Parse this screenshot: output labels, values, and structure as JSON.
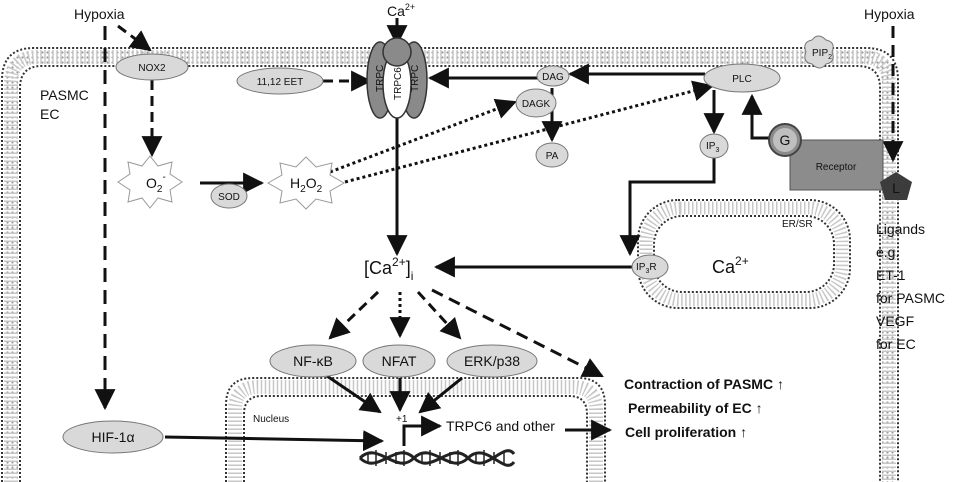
{
  "labels": {
    "hypoxia_left": "Hypoxia",
    "hypoxia_right": "Hypoxia",
    "ca_top": "Ca",
    "ca_top_sup": "2+",
    "pasmc": "PASMC",
    "ec": "EC",
    "nox2": "NOX2",
    "eet": "11,12 EET",
    "trpc_left": "TRPC",
    "trpc6": "TRPC6",
    "trpc_right": "TRPC",
    "dag": "DAG",
    "dagk": "DAGK",
    "pa": "PA",
    "plc": "PLC",
    "pip": "PIP",
    "pip_sub": "2",
    "ip3": "IP",
    "ip3_sub": "3",
    "g": "G",
    "receptor": "Receptor",
    "l": "L",
    "o2": "O",
    "o2_sub": "2",
    "o2_sup": "-",
    "sod": "SOD",
    "h2o2_h": "H",
    "h2o2_sub1": "2",
    "h2o2_o": "O",
    "h2o2_sub2": "2",
    "er_sr": "ER/SR",
    "ip3r": "IP",
    "ip3r_sub": "3",
    "ip3r_r": "R",
    "ca_er": "Ca",
    "ca_er_sup": "2+",
    "cai_open": "[Ca",
    "cai_sup": "2+",
    "cai_close": "]",
    "cai_sub": "i",
    "nfkb": "NF-κB",
    "nfat": "NFAT",
    "erk": "ERK/p38",
    "hif": "HIF-1α",
    "nucleus": "Nucleus",
    "plus1": "+1",
    "trpc6_gene": "TRPC6 and other",
    "ligands": [
      "Ligands",
      "e.g.",
      "ET-1",
      "for PASMC",
      "VEGF",
      "for EC"
    ],
    "outcomes": [
      "Contraction of PASMC ↑",
      "Permeability of EC ↑",
      "Cell proliferation ↑"
    ]
  },
  "colors": {
    "protein": "#d9d9d9",
    "receptor": "#8c8c8c",
    "ligand": "#3c3c3c",
    "trpc_dark": "#8a8a8a",
    "membrane": "#666666"
  }
}
